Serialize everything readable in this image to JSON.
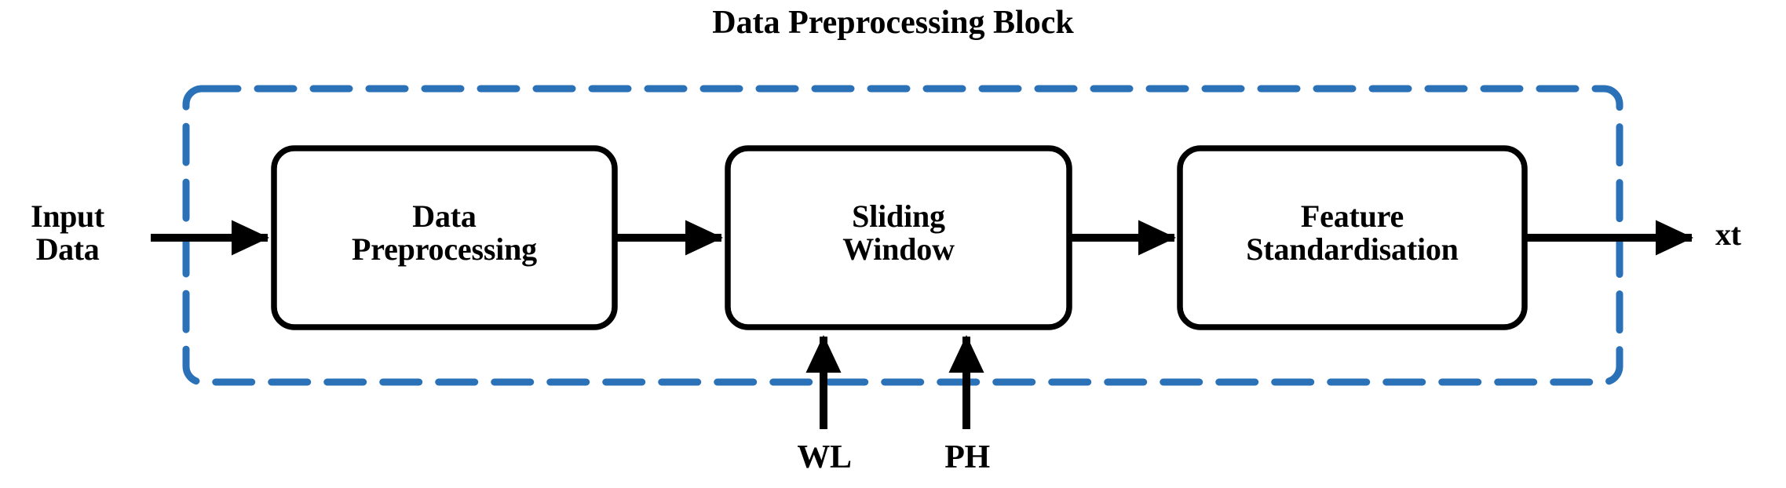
{
  "title": "Data Preprocessing Block",
  "colors": {
    "block_border": "#2a71b8",
    "box_border": "#000000",
    "arrow": "#000000",
    "text": "#000000",
    "background": "#ffffff"
  },
  "input": {
    "label": "Input\nData",
    "arrow_name": "input-arrow"
  },
  "output": {
    "label": "xt",
    "arrow_name": "output-arrow"
  },
  "blocks": [
    {
      "label": "Data\nPreprocessing",
      "name": "data-preprocessing"
    },
    {
      "label": "Sliding\nWindow",
      "name": "sliding-window"
    },
    {
      "label": "Feature\nStandardisation",
      "name": "feature-standardisation"
    }
  ],
  "parameters": [
    {
      "label": "WL",
      "name": "window-length"
    },
    {
      "label": "PH",
      "name": "prediction-horizon"
    }
  ],
  "connectors": [
    {
      "name": "input-to-data-preprocessing"
    },
    {
      "name": "data-preprocessing-to-sliding-window"
    },
    {
      "name": "sliding-window-to-feature-standardisation"
    },
    {
      "name": "feature-standardisation-to-output"
    },
    {
      "name": "wl-to-sliding-window"
    },
    {
      "name": "ph-to-sliding-window"
    }
  ]
}
